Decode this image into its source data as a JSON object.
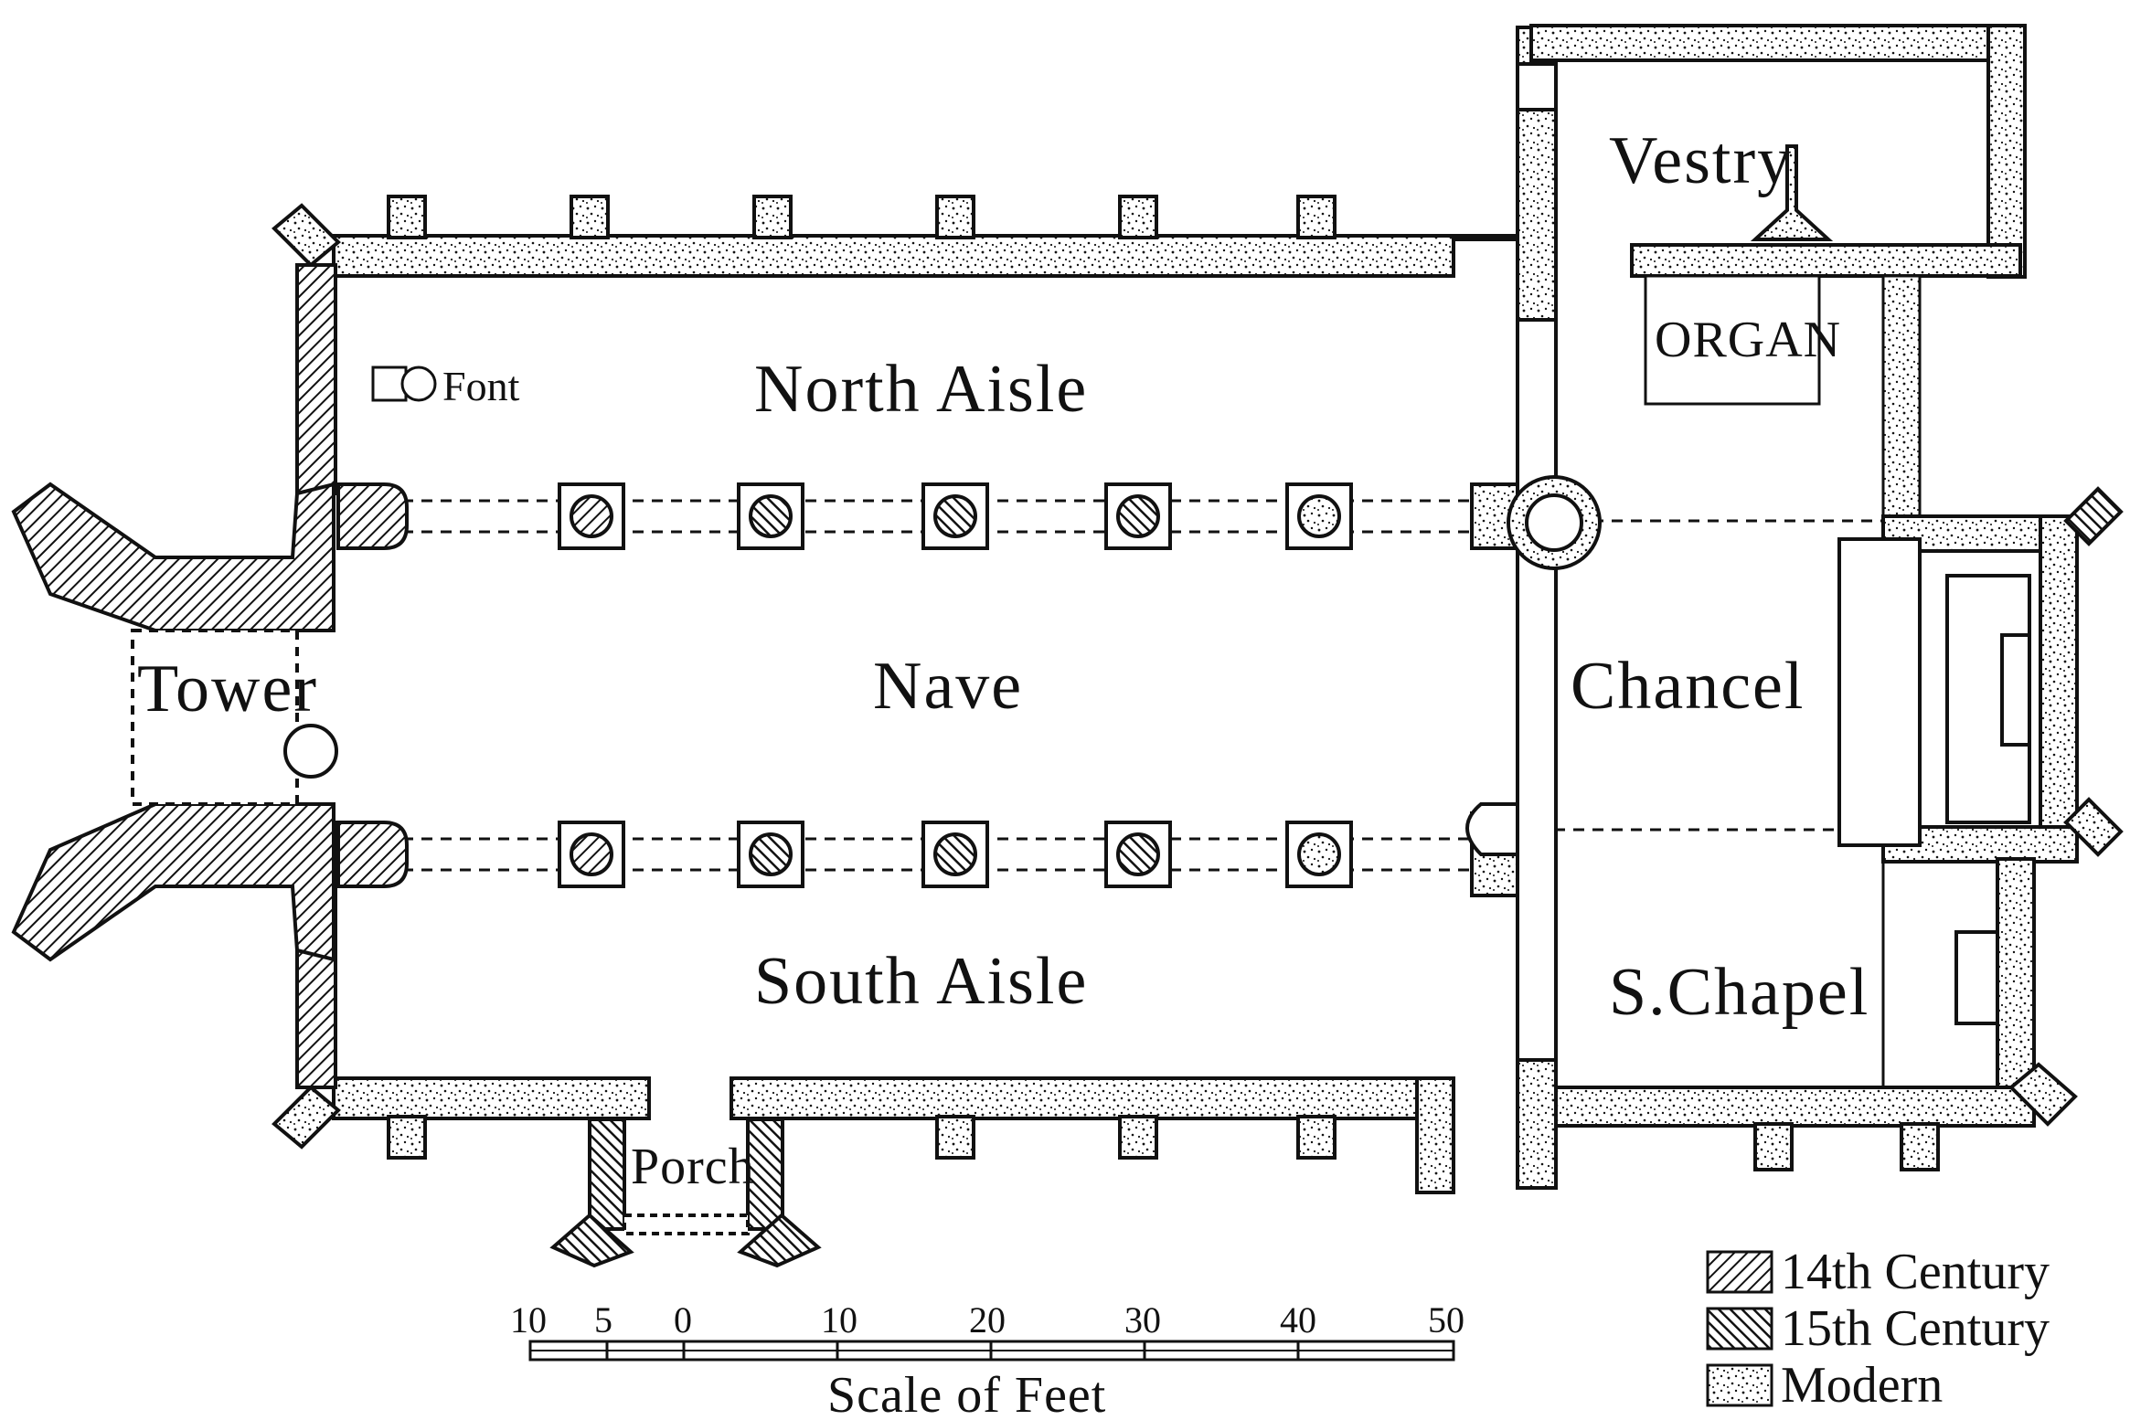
{
  "rooms": {
    "tower": "Tower",
    "north_aisle": "North Aisle",
    "nave": "Nave",
    "south_aisle": "South Aisle",
    "chancel": "Chancel",
    "vestry": "Vestry",
    "organ": "ORGAN",
    "s_chapel": "S.Chapel",
    "porch": "Porch",
    "font": "Font"
  },
  "scale": {
    "title": "Scale of Feet",
    "ticks": [
      "10",
      "5",
      "0",
      "10",
      "20",
      "30",
      "40",
      "50"
    ]
  },
  "legend": [
    {
      "label": "14th Century",
      "pattern": "hatch-14"
    },
    {
      "label": "15th Century",
      "pattern": "hatch-15"
    },
    {
      "label": "Modern",
      "pattern": "stipple"
    }
  ],
  "colors": {
    "ink": "#111111",
    "paper": "#ffffff"
  }
}
